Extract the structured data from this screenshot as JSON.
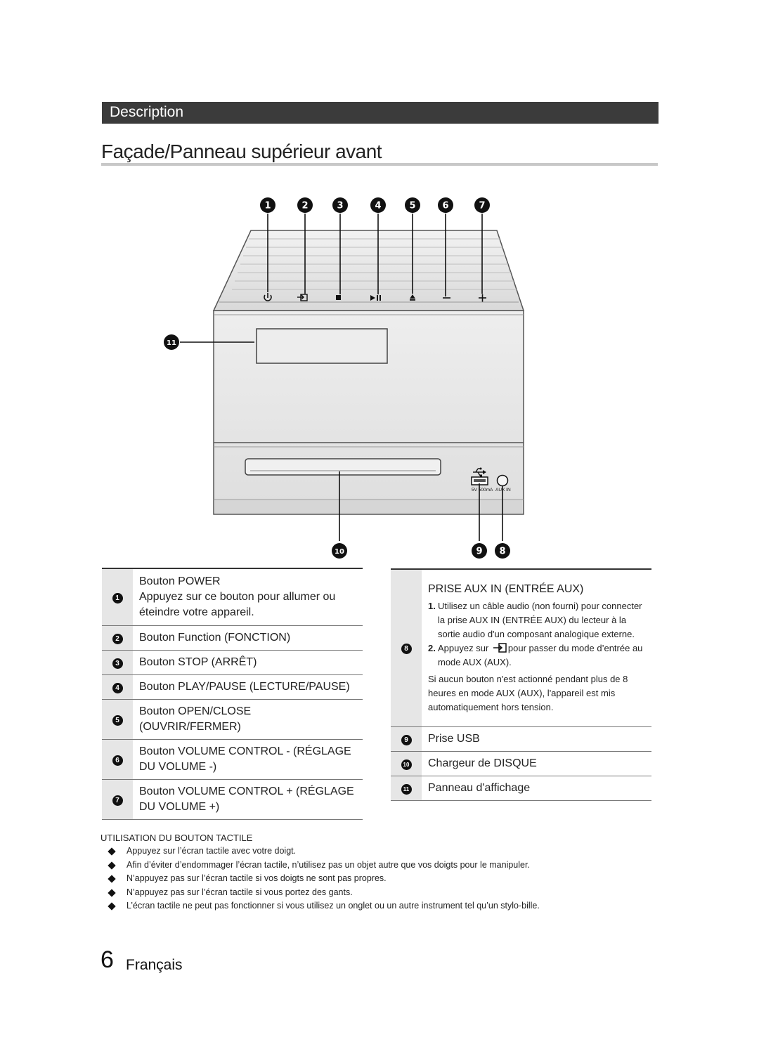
{
  "section": {
    "title": "Description"
  },
  "page": {
    "title": "Façade/Panneau supérieur avant",
    "number": "6",
    "language": "Français"
  },
  "device": {
    "callouts": [
      "1",
      "2",
      "3",
      "4",
      "5",
      "6",
      "7",
      "8",
      "9",
      "10",
      "11"
    ],
    "usb_port_label": "5V 500mA",
    "aux_port_label": "AUX IN",
    "icons": [
      "power-icon",
      "function-icon",
      "stop-icon",
      "play-pause-icon",
      "eject-icon",
      "volume-down-icon",
      "volume-up-icon",
      "usb-icon"
    ]
  },
  "left_table": {
    "rows": [
      {
        "num": "1",
        "title": "Bouton POWER",
        "desc": "Appuyez sur ce bouton pour allumer ou éteindre votre appareil."
      },
      {
        "num": "2",
        "title": "Bouton Function (FONCTION)"
      },
      {
        "num": "3",
        "title": "Bouton STOP (ARRÊT)"
      },
      {
        "num": "4",
        "title": "Bouton PLAY/PAUSE (LECTURE/PAUSE)"
      },
      {
        "num": "5",
        "title": "Bouton OPEN/CLOSE (OUVRIR/FERMER)"
      },
      {
        "num": "6",
        "title": "Bouton VOLUME CONTROL - (RÉGLAGE DU VOLUME -)"
      },
      {
        "num": "7",
        "title": "Bouton VOLUME CONTROL + (RÉGLAGE DU VOLUME +)"
      }
    ]
  },
  "right_table": {
    "aux": {
      "num": "8",
      "title": "PRISE AUX IN (ENTRÉE AUX)",
      "step1_num": "1.",
      "step1": "Utilisez un câble audio (non fourni) pour connecter la prise AUX IN (ENTRÉE AUX) du lecteur à la sortie audio d'un composant analogique externe.",
      "step2_num": "2.",
      "step2_before": "Appuyez sur",
      "step2_after": "pour passer du mode d’entrée au mode AUX (AUX).",
      "note": "Si aucun bouton n'est actionné pendant plus de 8 heures en mode AUX (AUX), l'appareil est mis automatiquement hors tension."
    },
    "rows": [
      {
        "num": "9",
        "title": "Prise USB"
      },
      {
        "num": "10",
        "title": "Chargeur de DISQUE"
      },
      {
        "num": "11",
        "title": "Panneau d'affichage"
      }
    ]
  },
  "usage": {
    "heading": "UTILISATION DU BOUTON TACTILE",
    "items": [
      "Appuyez sur l’écran tactile avec votre doigt.",
      "Afin d’éviter d’endommager l’écran tactile, n’utilisez pas un objet autre que vos doigts pour le manipuler.",
      "N’appuyez pas sur l’écran tactile si vos doigts ne sont pas propres.",
      "N’appuyez pas sur l’écran tactile si vous portez des gants.",
      "L’écran tactile ne peut pas fonctionner si vous utilisez un onglet ou un autre instrument tel qu’un stylo-bille."
    ]
  }
}
